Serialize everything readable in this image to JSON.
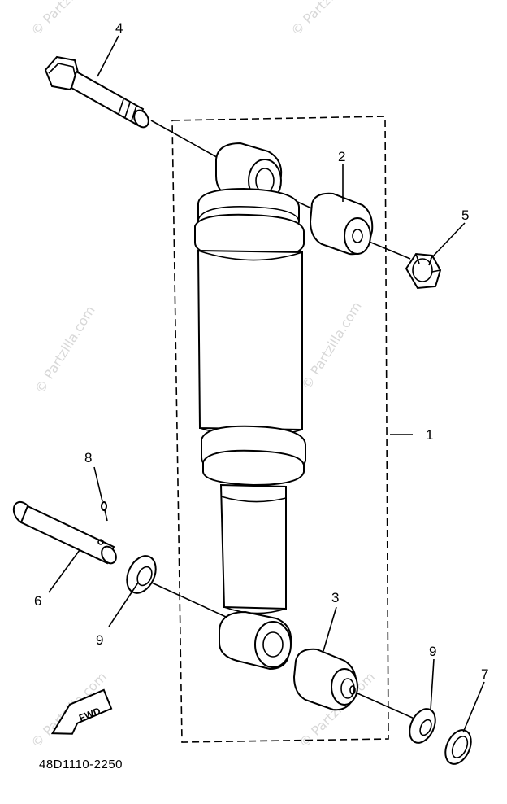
{
  "diagram": {
    "code": "48D1110-2250",
    "fwd_label": "FWD",
    "watermark": "© Partzilla.com",
    "callouts": [
      "1",
      "2",
      "3",
      "4",
      "5",
      "6",
      "7",
      "8",
      "9",
      "9"
    ]
  },
  "colors": {
    "line": "#000000",
    "background": "#ffffff",
    "watermark": "#d8d8d8"
  }
}
